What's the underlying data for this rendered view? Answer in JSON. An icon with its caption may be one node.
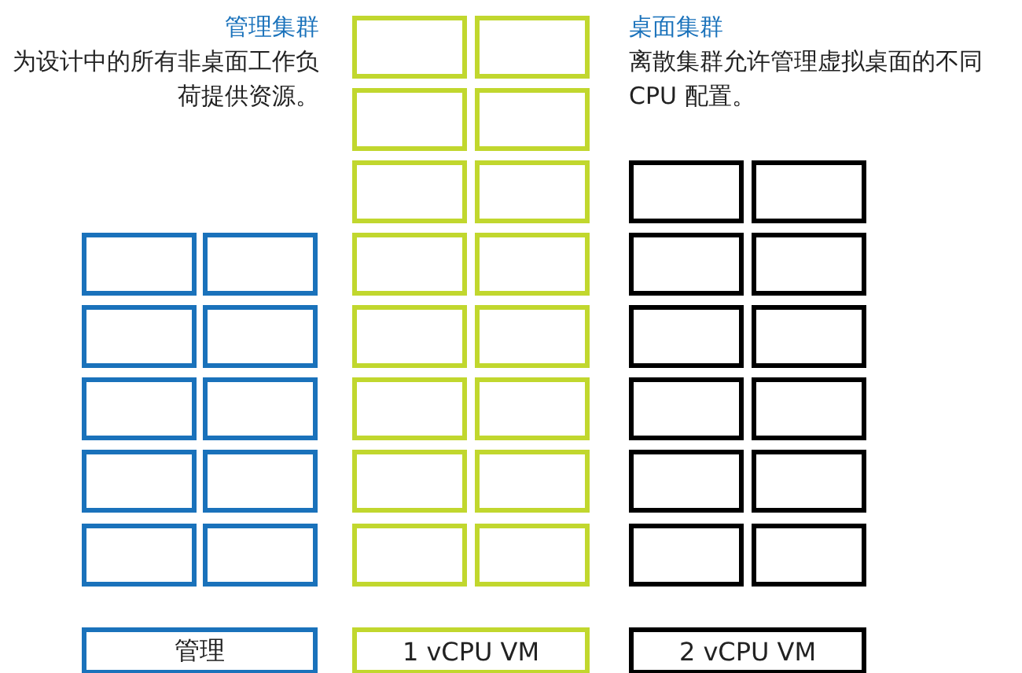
{
  "diagram": {
    "nodes": [
      {
        "text": [],
        "shape": "box"
      },
      {
        "text": [],
        "shape": "box"
      },
      {
        "text": [],
        "shape": "box"
      },
      {
        "text": [],
        "shape": "box"
      },
      {
        "text": [],
        "shape": "box"
      },
      {
        "text": [],
        "shape": "box"
      },
      {
        "text": [],
        "shape": "box"
      },
      {
        "text": [],
        "shape": "box"
      },
      {
        "text": [],
        "shape": "box"
      },
      {
        "text": [],
        "shape": "box"
      },
      {
        "text": [
          "管理"
        ]
      },
      {
        "text": [],
        "shape": "box"
      },
      {
        "text": [],
        "shape": "box"
      },
      {
        "text": [],
        "shape": "box"
      },
      {
        "text": [],
        "shape": "box"
      },
      {
        "text": [],
        "shape": "box"
      },
      {
        "text": [],
        "shape": "box"
      },
      {
        "text": [],
        "shape": "box"
      },
      {
        "text": [],
        "shape": "box"
      },
      {
        "text": [],
        "shape": "box"
      },
      {
        "text": [],
        "shape": "box"
      },
      {
        "text": [],
        "shape": "box"
      },
      {
        "text": [],
        "shape": "box"
      },
      {
        "text": [],
        "shape": "box"
      },
      {
        "text": [],
        "shape": "box"
      },
      {
        "text": [],
        "shape": "box"
      },
      {
        "text": [],
        "shape": "box"
      },
      {
        "text": [
          "1 vCPU VM"
        ]
      },
      {
        "text": [],
        "shape": "box"
      },
      {
        "text": [],
        "shape": "box"
      },
      {
        "text": [],
        "shape": "box"
      },
      {
        "text": [],
        "shape": "box"
      },
      {
        "text": [],
        "shape": "box"
      },
      {
        "text": [],
        "shape": "box"
      },
      {
        "text": [],
        "shape": "box"
      },
      {
        "text": [],
        "shape": "box"
      },
      {
        "text": [],
        "shape": "box"
      },
      {
        "text": [],
        "shape": "box"
      },
      {
        "text": [],
        "shape": "box"
      },
      {
        "text": [],
        "shape": "box"
      },
      {
        "text": [
          "2 vCPU VM"
        ]
      }
    ],
    "labels": [
      "管理集群",
      "为设计中的所有非桌面工作负荷提供资源。",
      "桌面集群",
      "离散集群允许管理虚拟桌面的不同 CPU 配置。"
    ]
  }
}
